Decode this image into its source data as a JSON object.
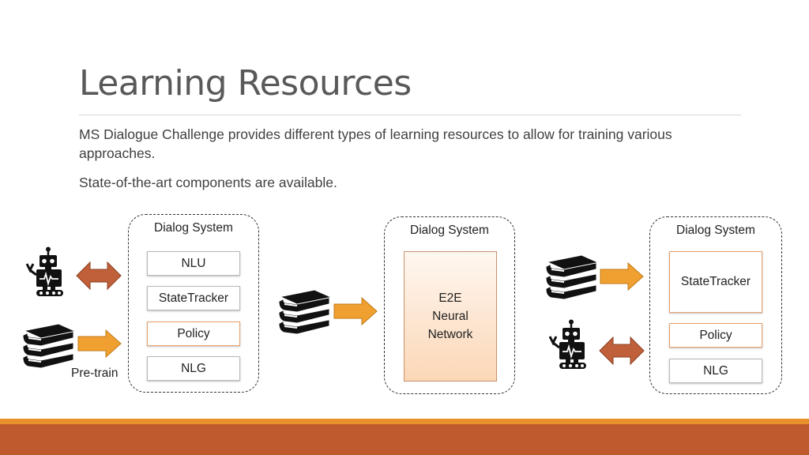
{
  "slide": {
    "title": "Learning Resources",
    "paragraphs": [
      "MS Dialogue Challenge provides different types of learning resources to allow for training various approaches.",
      "State-of-the-art components are available."
    ]
  },
  "diagram": {
    "left": {
      "system_label": "Dialog System",
      "components": [
        "NLU",
        "StateTracker",
        "Policy",
        "NLG"
      ],
      "pretrain_label": "Pre-train"
    },
    "middle": {
      "system_label": "Dialog System",
      "e2e_lines": [
        "E2E",
        "Neural",
        "Network"
      ]
    },
    "right": {
      "system_label": "Dialog System",
      "components": [
        "StateTracker",
        "Policy",
        "NLG"
      ]
    }
  },
  "colors": {
    "arrow_orange": "#f0a030",
    "arrow_double": "#c0603a",
    "footer_orange": "#e8902c",
    "footer_red": "#bf5a2f"
  }
}
